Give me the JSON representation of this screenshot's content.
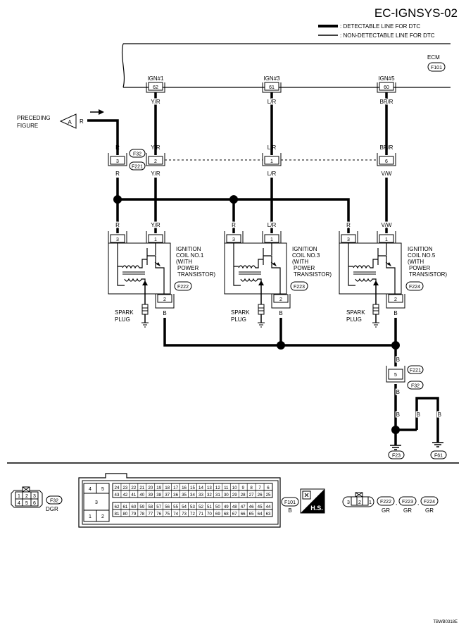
{
  "page_title": "EC-IGNSYS-02",
  "legend": {
    "detectable": ": DETECTABLE LINE FOR DTC",
    "non_detectable": ": NON-DETECTABLE LINE FOR DTC"
  },
  "ecm": {
    "label": "ECM",
    "connector": "F101"
  },
  "ign_terminals": [
    {
      "name": "IGN#1",
      "pin": "62",
      "wire": "Y/R"
    },
    {
      "name": "IGN#3",
      "pin": "61",
      "wire": "L/R"
    },
    {
      "name": "IGN#5",
      "pin": "60",
      "wire": "BR/R"
    }
  ],
  "preceding": {
    "line1": "PRECEDING",
    "line2": "FIGURE",
    "ref": "A",
    "wire": "R"
  },
  "jc_connectors": {
    "top": "F32",
    "bottom": "F221"
  },
  "jc_pins": {
    "p3": {
      "pin": "3",
      "top": "R",
      "bottom": "R"
    },
    "p2": {
      "pin": "2",
      "top": "Y/R",
      "bottom": "Y/R"
    },
    "p1": {
      "pin": "1",
      "top": "L/R",
      "bottom": "L/R"
    },
    "p6": {
      "pin": "6",
      "top": "BR/R",
      "bottom": "V/W"
    }
  },
  "coils": [
    {
      "l1": "IGNITION",
      "l2": "COIL NO.1",
      "l3": "(WITH",
      "l4": "POWER",
      "l5": "TRANSISTOR)",
      "connector": "F222",
      "pin3": "3",
      "pin1": "1",
      "pin2": "2",
      "w3": "R",
      "w1": "Y/R",
      "w2": "B"
    },
    {
      "l1": "IGNITION",
      "l2": "COIL NO.3",
      "l3": "(WITH",
      "l4": "POWER",
      "l5": "TRANSISTOR)",
      "connector": "F223",
      "pin3": "3",
      "pin1": "1",
      "pin2": "2",
      "w3": "R",
      "w1": "L/R",
      "w2": "B"
    },
    {
      "l1": "IGNITION",
      "l2": "COIL NO.5",
      "l3": "(WITH",
      "l4": "POWER",
      "l5": "TRANSISTOR)",
      "connector": "F224",
      "pin3": "3",
      "pin1": "1",
      "pin2": "2",
      "w3": "R",
      "w1": "V/W",
      "w2": "B"
    }
  ],
  "spark_plug": {
    "l1": "SPARK",
    "l2": "PLUG"
  },
  "ground_jc": {
    "top": "F221",
    "bottom": "F32",
    "pin": "5",
    "w_in": "B",
    "w_out": "B"
  },
  "grounds": {
    "g1": "F23",
    "g2": "F61",
    "w1": "B",
    "w2": "B",
    "w3": "B"
  },
  "bottom": {
    "f32": {
      "code": "F32",
      "color": "DGR",
      "top_row": [
        "1",
        "2",
        "3"
      ],
      "bottom_row": [
        "4",
        "5",
        "6"
      ]
    },
    "f101": {
      "code": "F101",
      "color": "B",
      "left_pins": [
        "4",
        "5",
        "3",
        "1",
        "2"
      ],
      "row1": [
        "24",
        "23",
        "22",
        "21",
        "20",
        "19",
        "18",
        "17",
        "16",
        "15",
        "14",
        "13",
        "12",
        "11",
        "10",
        "9",
        "8",
        "7",
        "6"
      ],
      "row2": [
        "43",
        "42",
        "41",
        "40",
        "39",
        "38",
        "37",
        "36",
        "35",
        "34",
        "33",
        "32",
        "31",
        "30",
        "29",
        "28",
        "27",
        "26",
        "25"
      ],
      "row3": [
        "62",
        "61",
        "60",
        "59",
        "58",
        "57",
        "56",
        "55",
        "54",
        "53",
        "52",
        "51",
        "50",
        "49",
        "48",
        "47",
        "46",
        "45",
        "44"
      ],
      "row4": [
        "81",
        "80",
        "79",
        "78",
        "77",
        "76",
        "75",
        "74",
        "73",
        "72",
        "71",
        "70",
        "69",
        "68",
        "67",
        "66",
        "65",
        "64",
        "63"
      ]
    },
    "hs": "H.S.",
    "coil_conn": {
      "pins": [
        "3",
        "2",
        "1"
      ],
      "codes": [
        "F222",
        "F223",
        "F224"
      ],
      "colors": [
        "GR",
        "GR",
        "GR"
      ]
    }
  },
  "footer_code": "TBWB0318E"
}
